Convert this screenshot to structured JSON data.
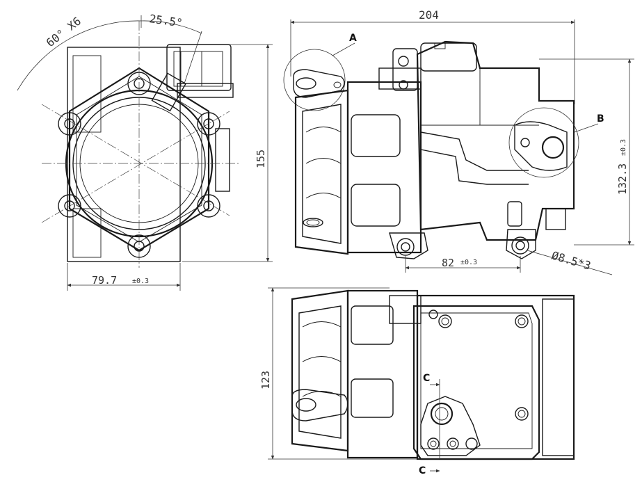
{
  "dimensions": {
    "angle_pattern": "60° X6",
    "angle_offset": "25.5°",
    "height_front": "155",
    "width_front": "79.7",
    "width_front_tol": "±0.3",
    "length_top": "204",
    "height_side": "132.3",
    "height_side_tol": "±0.3",
    "mount_spacing": "82",
    "mount_spacing_tol": "±0.3",
    "hole_dia": "Ø8.5*3",
    "height_bottom": "123"
  },
  "detail_labels": {
    "a": "A",
    "b": "B",
    "c_top": "C",
    "c_bottom": "C"
  }
}
